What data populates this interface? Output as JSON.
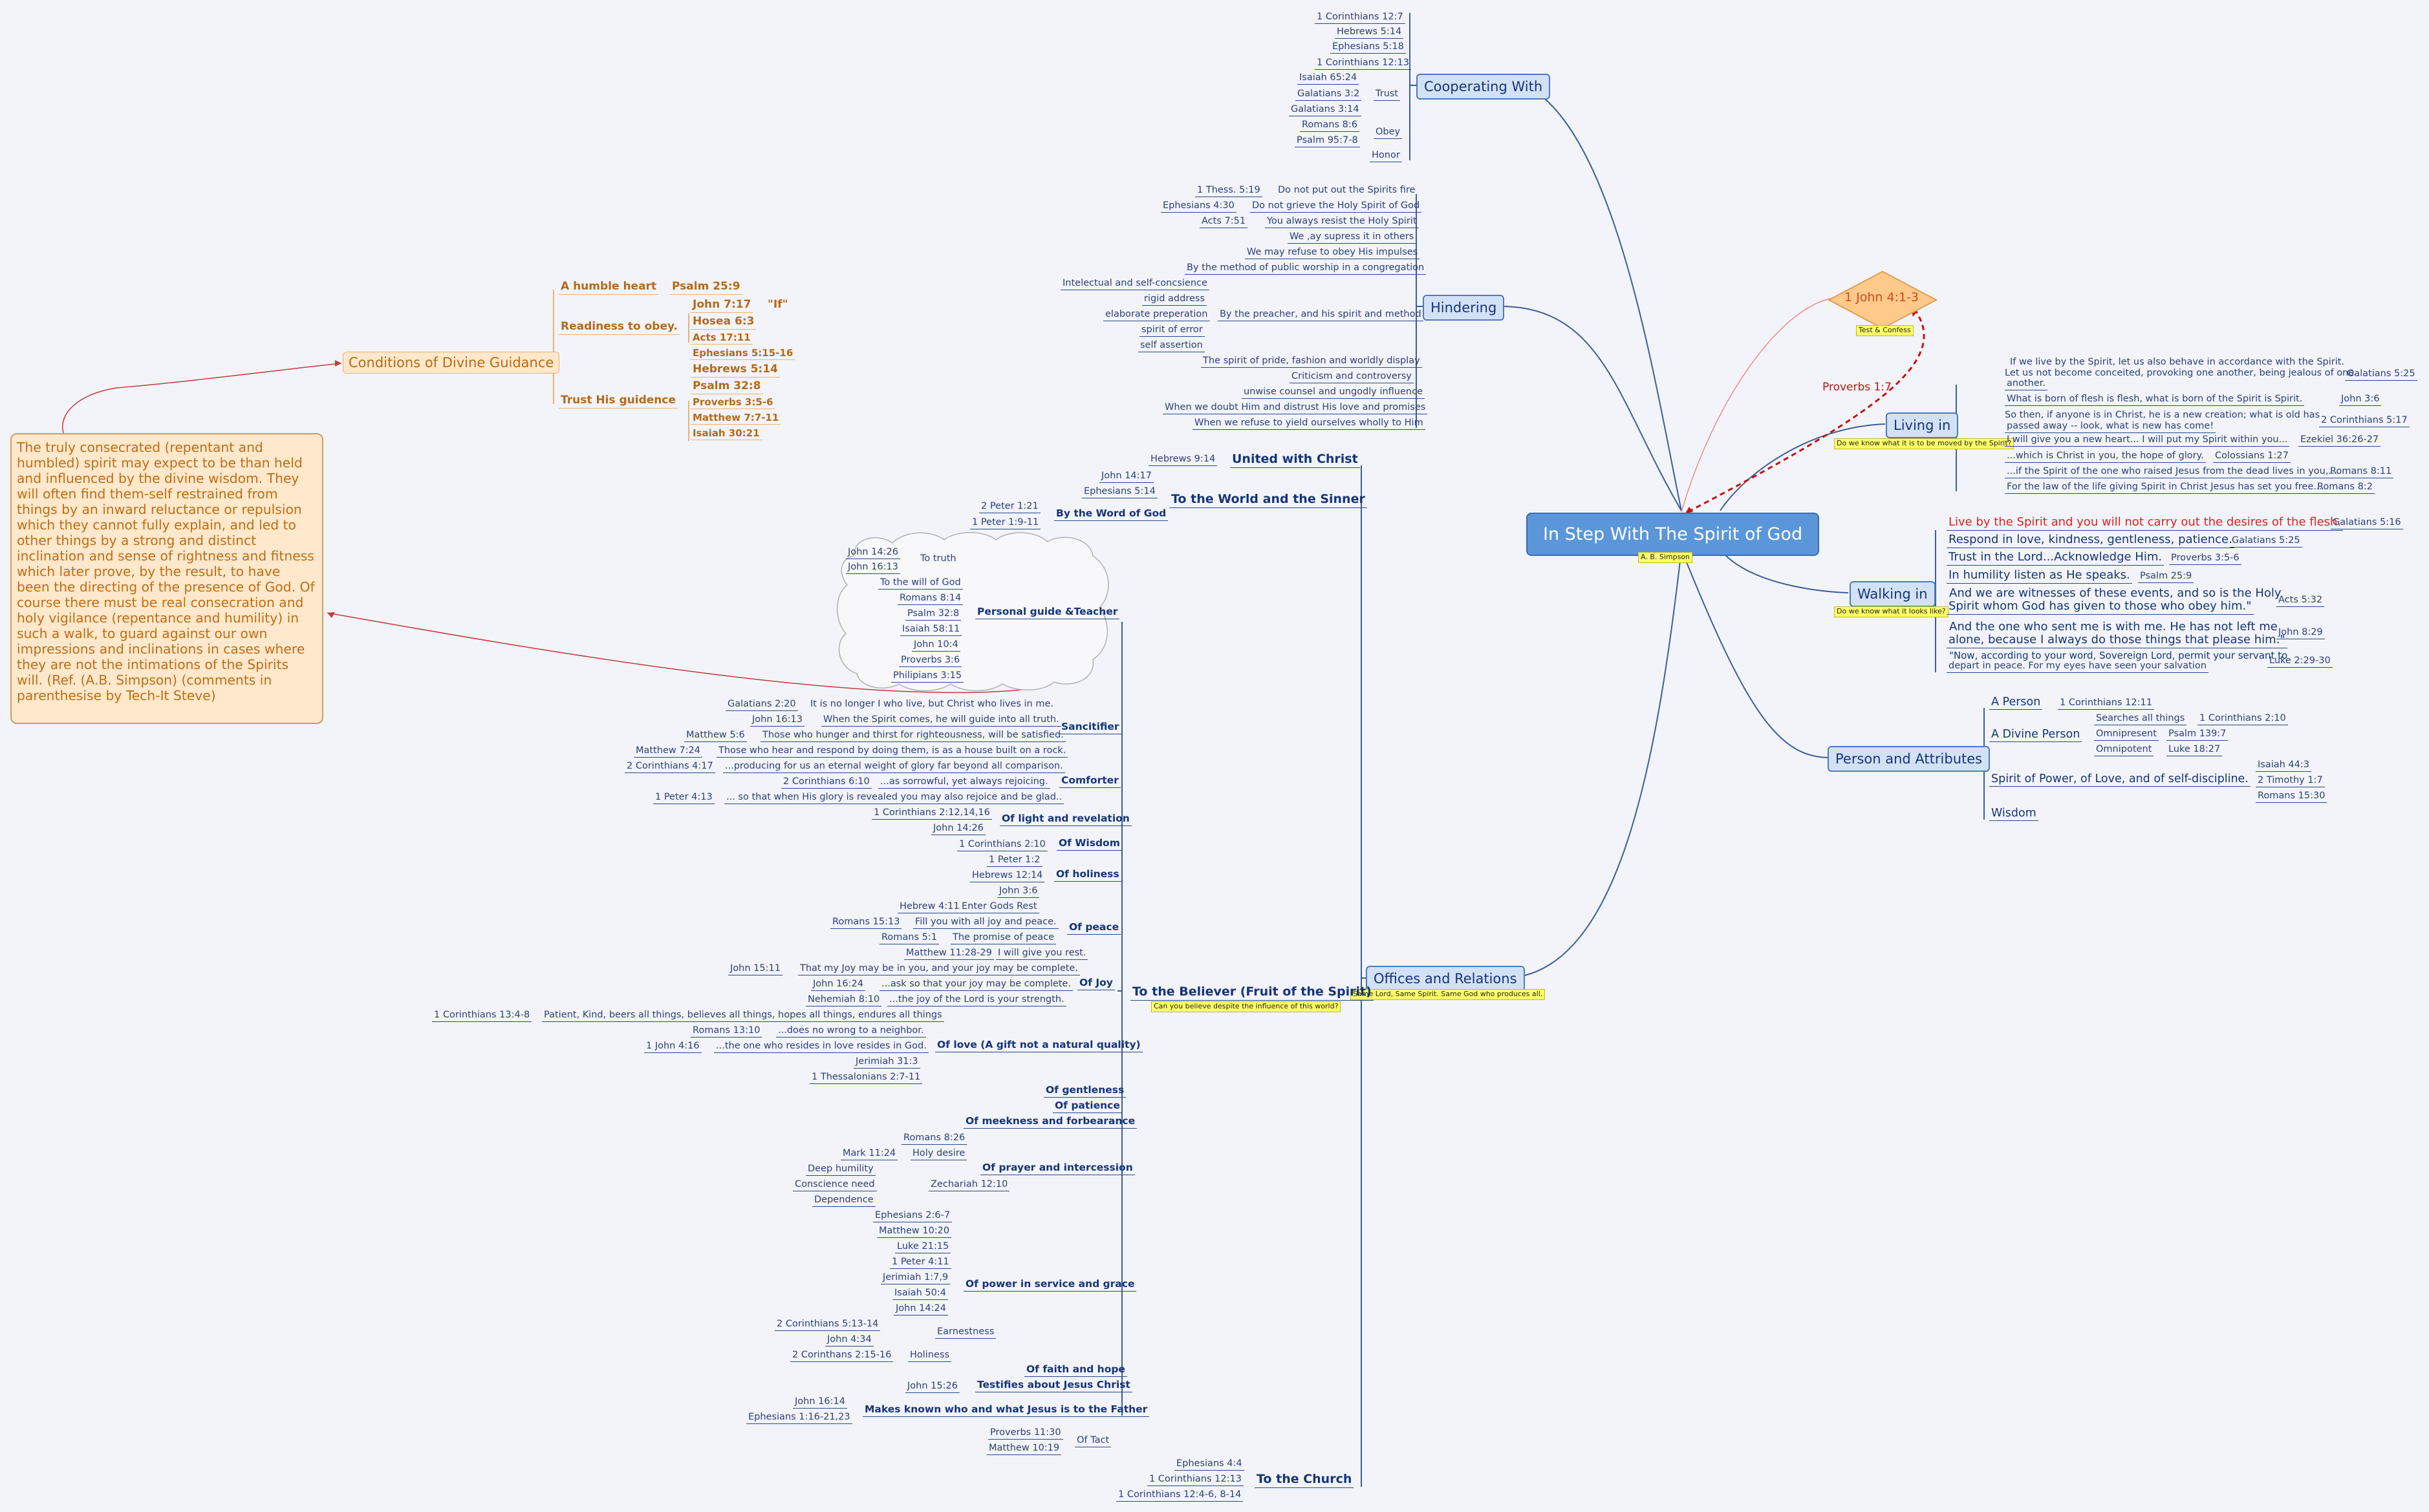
{
  "root": {
    "title": "In Step With The Spirit of God",
    "note": "A. B. Simpson"
  },
  "cooperating": {
    "label": "Cooperating With",
    "refs": [
      "1 Corinthians 12:7",
      "Hebrews 5:14",
      "Ephesians 5:18",
      "1 Corinthians 12:13"
    ],
    "trust_label": "Trust",
    "trust_refs": [
      "Isaiah 65:24",
      "Galatians 3:2",
      "Galatians 3:14"
    ],
    "obey_label": "Obey",
    "obey_refs": [
      "Romans 8:6",
      "Psalm 95:7-8"
    ],
    "honor": "Honor"
  },
  "hindering": {
    "label": "Hindering",
    "items": [
      {
        "ref": "1 Thess. 5:19",
        "text": "Do not put out the Spirits fire"
      },
      {
        "ref": "Ephesians 4:30",
        "text": "Do not grieve the Holy Spirit of God"
      },
      {
        "ref": "Acts 7:51",
        "text": "You always resist the Holy Spirit"
      }
    ],
    "lines": [
      "We ,ay supress it in others",
      "We may refuse to obey His impulses",
      "By the method of public worship in a congregation"
    ],
    "preacher_label": "By the preacher, and his spirit and method",
    "preacher_items": [
      "Intelectual and self-concsience",
      "rigid address",
      "elaborate preperation",
      "spirit of error",
      "self assertion"
    ],
    "lines2": [
      "The spirit of pride, fashion and worldly display",
      "Criticism and controversy",
      "unwise counsel and ungodly influence",
      "When we doubt Him and distrust His love and promises",
      "When we refuse to yield ourselves wholly to Him"
    ]
  },
  "diamond": {
    "label": "1 John 4:1-3",
    "note": "Test & Confess",
    "link": "Proverbs 1:7"
  },
  "living": {
    "label": "Living in",
    "note": "Do we know what it is to be moved by the Spirit?",
    "items": [
      {
        "t1": "If we live by the Spirit, let us also behave in accordance with the Spirit.",
        "t2": "Let us not become conceited, provoking one another, being jealous of one",
        "t3": "another.",
        "ref": "Galatians 5:25"
      },
      {
        "t1": "What is born of flesh is flesh, what is born of the Spirit is Spirit.",
        "ref": "John 3:6"
      },
      {
        "t1": "So then, if anyone is in Christ, he is a new creation; what is old has",
        "t2": "passed away -- look, what is new has come!",
        "ref": "2 Corinthians 5:17"
      },
      {
        "t1": "I will give you a new heart... I will put my Spirit within you...",
        "ref": "Ezekiel 36:26-27"
      },
      {
        "t1": "...which is Christ in you, the hope of glory.",
        "ref": "Colossians 1:27"
      },
      {
        "t1": "...if the Spirit of the one who raised Jesus from the dead lives in you,...",
        "ref": "Romans 8:11"
      },
      {
        "t1": "For the law of the life giving Spirit in Christ Jesus has set you free...",
        "ref": "Romans 8:2"
      }
    ]
  },
  "walking": {
    "label": "Walking in",
    "note": "Do we know what it looks like?",
    "items": [
      {
        "t1": "Live by the Spirit and you will not carry out the desires of the flesh.",
        "ref": "Galatians 5:16"
      },
      {
        "t1": "Respond in love, kindness, gentleness, patience.",
        "ref": "Galatians 5:25"
      },
      {
        "t1": "Trust in the Lord...Acknowledge Him.",
        "ref": "Proverbs 3:5-6"
      },
      {
        "t1": "In humility listen as He speaks.",
        "ref": "Psalm 25:9"
      },
      {
        "t1": "And we are witnesses of these events, and so is the Holy",
        "t2": "Spirit whom God has given to those who obey him.\"",
        "ref": "Acts 5:32"
      },
      {
        "t1": "And the one who sent me is with me. He has not left me",
        "t2": "alone, because I always do those things that please him.\"",
        "ref": "John 8:29"
      },
      {
        "t1": "\"Now, according to your word, Sovereign Lord, permit your servant to",
        "t2": "depart in peace. For my eyes have seen your salvation",
        "ref": "Luke 2:29-30"
      }
    ]
  },
  "person": {
    "label": "Person and Attributes",
    "a_person": "A Person",
    "a_person_ref": "1 Corinthians 12:11",
    "divine": "A Divine Person",
    "searches": "Searches all things",
    "searches_ref": "1 Corinthians 2:10",
    "omnipresent": "Omnipresent",
    "omnipresent_ref": "Psalm 139:7",
    "omnipotent": "Omnipotent",
    "omnipotent_ref": "Luke 18:27",
    "power": "Spirit of Power, of Love, and of self-discipline.",
    "power_refs": [
      "Isaiah 44:3",
      "2 Timothy 1:7",
      "Romans 15:30"
    ],
    "wisdom": "Wisdom"
  },
  "offices": {
    "label": "Offices and Relations",
    "note": "Same Lord, Same Spirit. Same God who produces all."
  },
  "united": {
    "label": "United with Christ",
    "ref": "Hebrews 9:14"
  },
  "world": {
    "label": "To the World and the Sinner",
    "refs": [
      "John 14:17",
      "Ephesians 5:14"
    ]
  },
  "word": {
    "label": "By the Word of God",
    "refs": [
      "2 Peter 1:21",
      "1 Peter 1:9-11"
    ]
  },
  "guide": {
    "label": "Personal guide &Teacher",
    "to_truth": "To truth",
    "truth_refs": [
      "John 14:26",
      "John 16:13"
    ],
    "refs": [
      "To the will of God",
      "Romans 8:14",
      "Psalm 32:8",
      "Isaiah 58:11",
      "John 10:4",
      "Proverbs 3:6",
      "Philipians 3:15"
    ]
  },
  "believer": {
    "label": "To the Believer (Fruit of the Spirit)",
    "note": "Can you believe despite the influence of this world?"
  },
  "sanct": {
    "label": "Sancitifier",
    "items": [
      {
        "ref": "Galatians 2:20",
        "text": "It is no longer I who live, but Christ who lives in me."
      },
      {
        "ref": "John 16:13",
        "text": "When the Spirit comes, he will guide into all truth."
      },
      {
        "ref": "Matthew 5:6",
        "text": "Those who hunger and thirst for righteousness, will be satisfied."
      },
      {
        "ref": "Matthew 7:24",
        "text": "Those who hear and respond by doing them, is as a house built on a rock."
      }
    ]
  },
  "comforter": {
    "label": "Comforter",
    "items": [
      {
        "ref": "2 Corinthians 4:17",
        "text": "...producing for us an eternal weight of glory far beyond all comparison."
      },
      {
        "ref": "2 Corinthians 6:10",
        "text": "...as sorrowful, yet always rejoicing."
      },
      {
        "ref": "1 Peter 4:13",
        "text": "... so that when His glory is revealed you may also rejoice and be glad.."
      }
    ]
  },
  "light": {
    "label": "Of light and revelation",
    "refs": [
      "1 Corinthians 2:12,14,16",
      "John 14:26"
    ]
  },
  "wisdom": {
    "label": "Of Wisdom",
    "ref": "1 Corinthians 2:10"
  },
  "holiness": {
    "label": "Of holiness",
    "refs": [
      "1 Peter 1:2",
      "Hebrews 12:14",
      "John 3:6"
    ]
  },
  "peace": {
    "label": "Of peace",
    "items": [
      {
        "ref": "Hebrew 4:11",
        "text": "Enter Gods Rest"
      },
      {
        "ref": "Romans 15:13",
        "text": "Fill you with all joy and peace."
      },
      {
        "ref": "Romans 5:1",
        "text": "The promise of peace"
      },
      {
        "ref": "Matthew 11:28-29",
        "text": "I will give you rest."
      }
    ]
  },
  "joy": {
    "label": "Of Joy",
    "items": [
      {
        "ref": "John 15:11",
        "text": "That my Joy may be in you, and your joy may be complete."
      },
      {
        "ref": "John 16:24",
        "text": "...ask so that your joy may be complete."
      },
      {
        "ref": "Nehemiah 8:10",
        "text": "...the joy of the Lord is your strength."
      }
    ]
  },
  "love": {
    "label": "Of love (A gift not a natural quality)",
    "top": {
      "ref": "1 Corinthians 13:4-8",
      "text": "Patient, Kind, beers all things, believes all things, hopes all things, endures all things"
    },
    "items": [
      {
        "ref": "Romans 13:10",
        "text": "...does no wrong to a neighbor."
      },
      {
        "ref": "1 John 4:16",
        "text": "...the one who resides in love resides in God."
      }
    ],
    "refs": [
      "Jerimiah 31:3",
      "1 Thessalonians 2:7-11"
    ]
  },
  "gentleness": "Of gentleness",
  "patience": "Of patience",
  "meekness": "Of meekness and forbearance",
  "prayer": {
    "label": "Of prayer and intercession",
    "ref": "Romans 8:26",
    "holy": "Holy desire",
    "holy_ref": "Mark 11:24",
    "zech": "Zechariah 12:10",
    "zech_items": [
      "Deep humility",
      "Conscience need",
      "Dependence"
    ]
  },
  "powerg": {
    "label": "Of power in service and grace",
    "refs": [
      "Ephesians 2:6-7",
      "Matthew 10:20",
      "Luke 21:15",
      "1 Peter 4:11",
      "Jerimiah 1:7,9",
      "Isaiah 50:4",
      "John 14:24"
    ],
    "earnest": "Earnestness",
    "earnest_refs": [
      "2 Corinthians 5:13-14",
      "John 4:34"
    ],
    "holiness": "Holiness",
    "holiness_ref": "2 Corinthans 2:15-16"
  },
  "faith": "Of faith and hope",
  "testifies": {
    "label": "Testifies about Jesus Christ",
    "ref": "John 15:26"
  },
  "makes": {
    "label": "Makes known who and what Jesus is to the Father",
    "refs": [
      "John 16:14",
      "Ephesians 1:16-21,23"
    ]
  },
  "tact": {
    "label": "Of Tact",
    "refs": [
      "Proverbs 11:30",
      "Matthew 10:19"
    ]
  },
  "church": {
    "label": "To the Church",
    "refs": [
      "Ephesians 4:4",
      "1 Corinthians 12:13",
      "1 Corinthians 12:4-6, 8-14"
    ]
  },
  "guidance": {
    "label": "Conditions of Divine Guidance",
    "humble": "A humble heart",
    "humble_ref": "Psalm 25:9",
    "ready": "Readiness to obey.",
    "ready_refs": [
      "John 7:17",
      "Hosea 6:3",
      "Acts 17:11",
      "Ephesians 5:15-16"
    ],
    "if": "\"If\"",
    "trust": "Trust His guidence",
    "trust_refs": [
      "Hebrews 5:14",
      "Psalm 32:8",
      "Proverbs 3:5-6",
      "Matthew 7:7-11",
      "Isaiah 30:21"
    ]
  },
  "bignote": "The truly consecrated (repentant and humbled) spirit may expect to be than held and influenced by the divine wisdom. They will often find them-self restrained from things by an inward reluctance or repulsion which they cannot fully explain, and led to other things by a strong and distinct inclination and sense of rightness and fitness which later prove, by the result, to have been the directing of the presence of God. Of course there must be real consecration and holy vigilance (repentance and humility) in such a walk, to guard against our own impressions and inclinations in cases where they are not the intimations of the Spirits will. (Ref. (A.B. Simpson) (comments in parenthesise by Tech-It Steve)"
}
